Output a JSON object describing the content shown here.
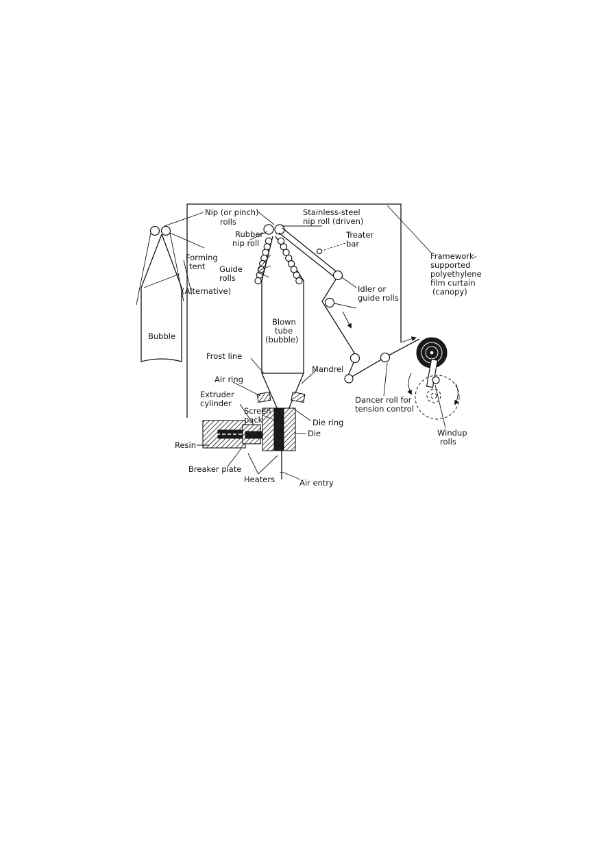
{
  "labels": {
    "nip_rolls": "Nip (or pinch)",
    "nip_rolls_2": "rolls",
    "stainless_1": "Stainless-steel",
    "stainless_2": "nip roll (driven)",
    "rubber_1": "Rubber",
    "rubber_2": "nip roll",
    "treater_1": "Treater",
    "treater_2": "bar",
    "forming_1": "Forming",
    "forming_2": "tent",
    "guide_1": "Guide",
    "guide_2": "rolls",
    "alternative": "(Alternative)",
    "framework_1": "Framework-",
    "framework_2": "supported",
    "framework_3": "polyethylene",
    "framework_4": "film curtain",
    "framework_5": "(canopy)",
    "blown_1": "Blown",
    "blown_2": "tube",
    "blown_3": "(bubble)",
    "idler_1": "Idler or",
    "idler_2": "guide rolls",
    "bubble": "Bubble",
    "frost_line": "Frost line",
    "mandrel": "Mandrel",
    "air_ring": "Air ring",
    "extruder_1": "Extruder",
    "extruder_2": "cylinder",
    "screen_1": "Screen",
    "screen_2": "pack",
    "die_ring": "Die ring",
    "die": "Die",
    "resin": "Resin",
    "breaker_plate": "Breaker plate",
    "heaters": "Heaters",
    "air_entry": "Air entry",
    "dancer_1": "Dancer roll for",
    "dancer_2": "tension control",
    "windup_1": "Windup",
    "windup_2": "rolls"
  }
}
